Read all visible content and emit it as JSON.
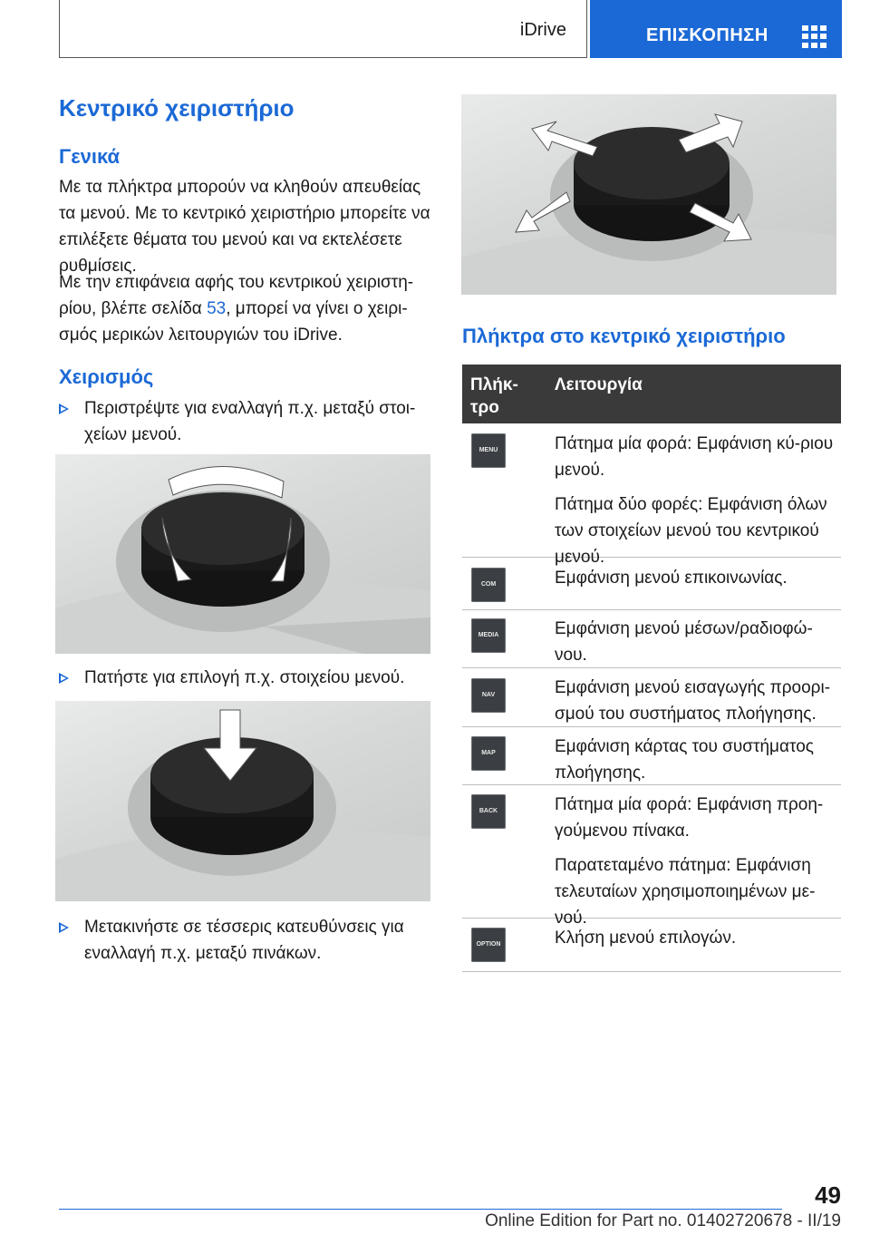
{
  "header": {
    "section": "iDrive",
    "chapter": "ΕΠΙΣΚΟΠΗΣΗ"
  },
  "left": {
    "title": "Κεντρικό χειριστήριο",
    "general_heading": "Γενικά",
    "general_p1": "Με τα πλήκτρα μπορούν να κληθούν απευθείας τα μενού. Με το κεντρικό χειριστήριο μπορείτε να επιλέξετε θέματα του μενού και να εκτελέσετε ρυθμίσεις.",
    "general_p2_a": "Με την επιφάνεια αφής του κεντρικού χειριστη‐ρίου, βλέπε σελίδα ",
    "general_p2_link": "53",
    "general_p2_b": ", μπορεί να γίνει ο χειρι‐σμός μερικών λειτουργιών του iDrive.",
    "operation_heading": "Χειρισμός",
    "bullets": [
      "Περιστρέψτε για εναλλαγή π.χ. μεταξύ στοι‐χείων μενού.",
      "Πατήστε για επιλογή π.χ. στοιχείου μενού.",
      "Μετακινήστε σε τέσσερις κατευθύνσεις για εναλλαγή π.χ. μεταξύ πινάκων."
    ]
  },
  "right": {
    "heading": "Πλήκτρα στο κεντρικό χειριστήριο",
    "table_header": {
      "col1": "Πλήκ‐τρο",
      "col2": "Λειτουργία"
    },
    "rows": [
      {
        "key": "MENU",
        "lines": [
          "Πάτημα μία φορά: Εμφάνιση κύ‐ριου μενού.",
          "Πάτημα δύο φορές: Εμφάνιση όλων των στοιχείων μενού του κεντρικού μενού."
        ]
      },
      {
        "key": "COM",
        "lines": [
          "Εμφάνιση μενού επικοινωνίας."
        ]
      },
      {
        "key": "MEDIA",
        "lines": [
          "Εμφάνιση μενού μέσων/ραδιοφώ‐νου."
        ]
      },
      {
        "key": "NAV",
        "lines": [
          "Εμφάνιση μενού εισαγωγής προορι‐σμού του συστήματος πλοήγησης."
        ]
      },
      {
        "key": "MAP",
        "lines": [
          "Εμφάνιση κάρτας του συστήματος πλοήγησης."
        ]
      },
      {
        "key": "BACK",
        "lines": [
          "Πάτημα μία φορά: Εμφάνιση προη‐γούμενου πίνακα.",
          "Παρατεταμένο πάτημα: Εμφάνιση τελευταίων χρησιμοποιημένων με‐νού."
        ]
      },
      {
        "key": "OPTION",
        "lines": [
          "Κλήση μενού επιλογών."
        ]
      }
    ]
  },
  "footer": {
    "page_number": "49",
    "edition": "Online Edition for Part no. 01402720678 - II/19"
  }
}
